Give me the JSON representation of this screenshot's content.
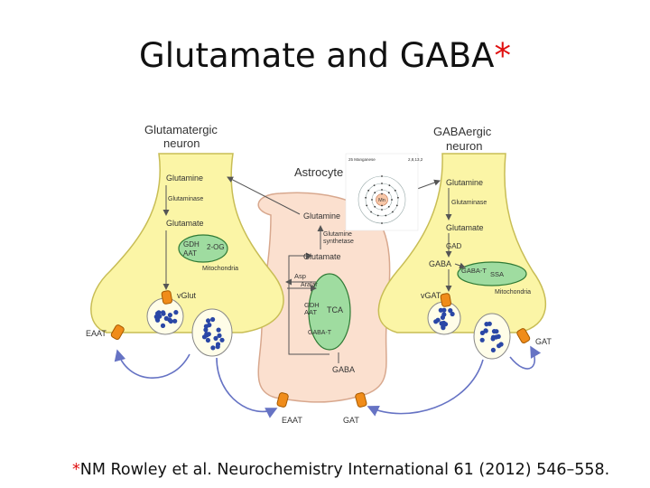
{
  "title": {
    "text": "Glutamate and GABA",
    "asterisk": "*"
  },
  "citation": {
    "asterisk": "*",
    "text": "NM Rowley et al. Neurochemistry International 61 (2012) 546–558."
  },
  "diagram": {
    "glut_neuron": {
      "title_line1": "Glutamatergic",
      "title_line2": "neuron",
      "glutamine": "Glutamine",
      "glutaminase": "Glutaminase",
      "glutamate": "Glutamate",
      "gdh": "GDH",
      "aat": "AAT",
      "two_og": "2-OG",
      "mitochondria": "Mitochondria",
      "vglut": "vGlut",
      "eaat": "EAAT"
    },
    "astrocyte": {
      "title": "Astrocyte",
      "glutamine": "Glutamine",
      "gs_line1": "Glutamine",
      "gs_line2": "synthetase",
      "glutamate": "Glutamate",
      "asp": "Asp",
      "aralar": "Aralar",
      "gdh": "GDH",
      "aat": "AAT",
      "tca": "TCA",
      "gaba_t": "GABA-T",
      "gaba": "GABA",
      "eaat": "EAAT",
      "gat": "GAT"
    },
    "gaba_neuron": {
      "title_line1": "GABAergic",
      "title_line2": "neuron",
      "glutamine": "Glutamine",
      "glutaminase": "Glutaminase",
      "glutamate": "Glutamate",
      "gad": "GAD",
      "gaba": "GABA",
      "gaba_t": "GABA-T",
      "ssa": "SSA",
      "mitochondria": "Mitochondria",
      "vgat": "vGAT",
      "gat": "GAT"
    },
    "inset": {
      "caption_left": "25 Manganese",
      "caption_right": "2,8,13,2",
      "symbol": "Mn"
    }
  },
  "colors": {
    "neuron_fill": "#fbf5a6",
    "neuron_stroke": "#c8bd55",
    "astro_fill": "#fbe0cf",
    "astro_stroke": "#d8a88e",
    "mito_fill": "#9fdca0",
    "mito_stroke": "#2f7a35",
    "vesicle": "#2a47a6",
    "arrow": "#6673c4",
    "transporter": "#f08c1a"
  }
}
